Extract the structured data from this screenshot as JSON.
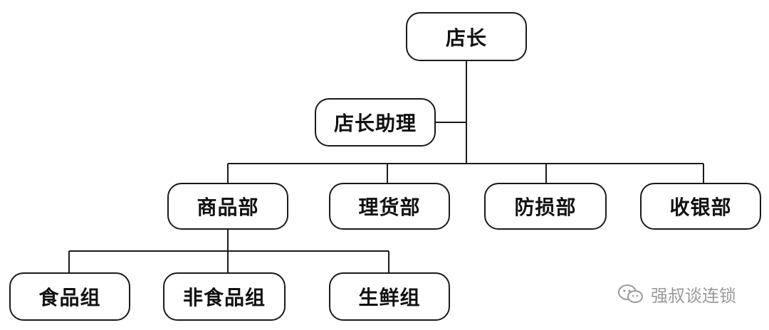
{
  "nodes": {
    "store_manager": "店长",
    "assistant_manager": "店长助理",
    "merchandise_dept": "商品部",
    "stocking_dept": "理货部",
    "loss_prevention_dept": "防损部",
    "cashier_dept": "收银部",
    "food_group": "食品组",
    "non_food_group": "非食品组",
    "fresh_group": "生鲜组"
  },
  "watermark": {
    "text": "强叔谈连锁",
    "icon": "wechat-icon"
  },
  "colors": {
    "line": "#1a1a1a",
    "watermark": "#9a9a9a"
  }
}
